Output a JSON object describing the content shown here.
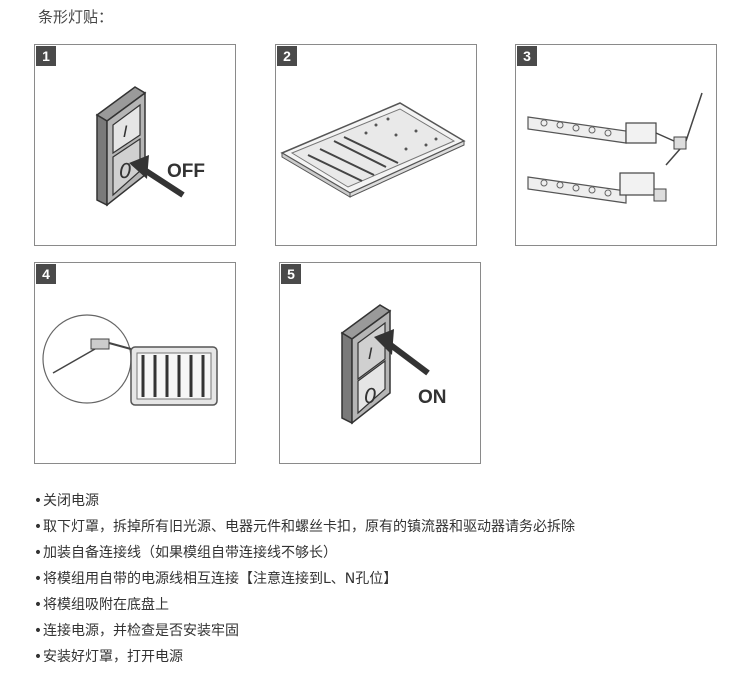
{
  "title": "条形灯贴：",
  "panels": [
    {
      "number": "1",
      "label": "OFF"
    },
    {
      "number": "2"
    },
    {
      "number": "3"
    },
    {
      "number": "4"
    },
    {
      "number": "5",
      "label": "ON"
    }
  ],
  "switch_symbols": {
    "on": "I",
    "off": "0"
  },
  "bullet": "•",
  "steps": [
    "关闭电源",
    "取下灯罩，拆掉所有旧光源、电器元件和螺丝卡扣，原有的镇流器和驱动器请务必拆除",
    "加装自备连接线（如果模组自带连接线不够长）",
    "将模组用自带的电源线相互连接【注意连接到L、N孔位】",
    "将模组吸附在底盘上",
    "连接电源，并检查是否安装牢固",
    "安装好灯罩，打开电源"
  ]
}
